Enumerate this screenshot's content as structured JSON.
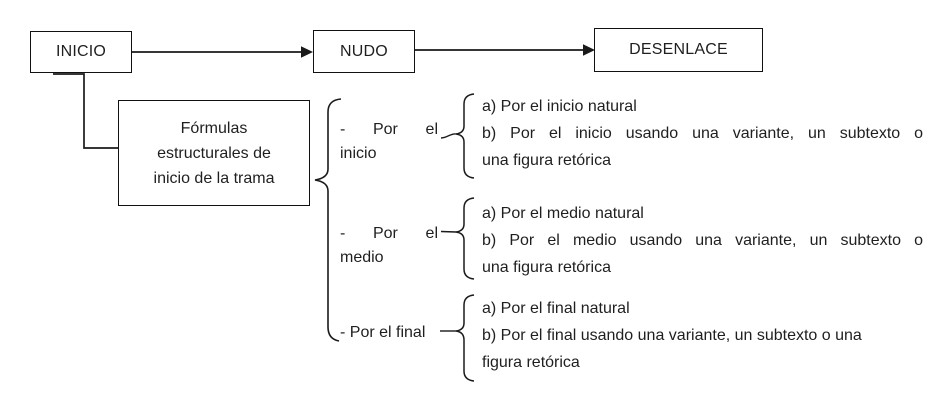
{
  "diagram_title": "Fórmulas estructurales de inicio de la trama",
  "nodes": {
    "inicio": "INICIO",
    "nudo": "NUDO",
    "desenlace": "DESENLACE"
  },
  "formulas_box": {
    "lines": [
      "Fórmulas",
      "estructurales de",
      "inicio de la trama"
    ]
  },
  "groups": [
    {
      "label_lines": [
        "- Por el",
        "inicio"
      ],
      "options": [
        "a) Por el inicio natural",
        "b) Por el inicio usando una variante, un subtexto o",
        "una figura retórica"
      ]
    },
    {
      "label_lines": [
        "- Por el",
        "medio"
      ],
      "options": [
        "a) Por el medio natural",
        "b) Por el medio usando una variante, un subtexto o",
        "una figura retórica"
      ]
    },
    {
      "label_lines": [
        "- Por el final"
      ],
      "options": [
        "a) Por el final natural",
        "b) Por el final usando una variante, un subtexto o una",
        "figura retórica"
      ]
    }
  ],
  "colors": {
    "line": "#1a1a1a",
    "text": "#1f1f1f",
    "background": "#ffffff"
  }
}
